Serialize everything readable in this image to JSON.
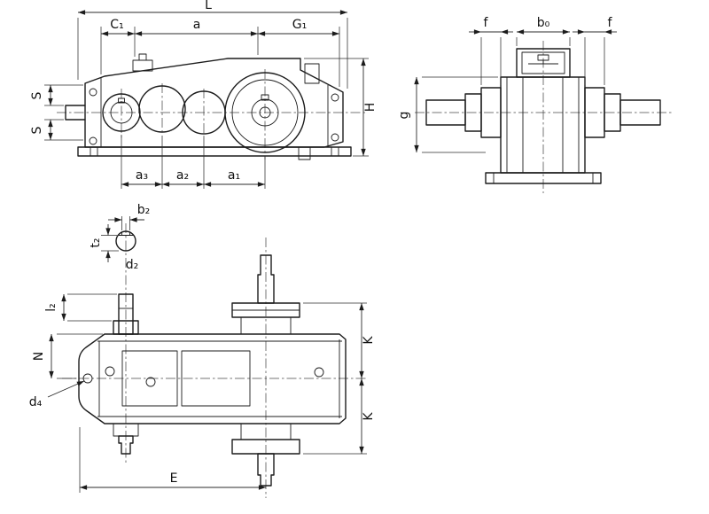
{
  "drawing": {
    "type": "gear-reducer-dimensional-drawing",
    "background": "#ffffff",
    "line_color": "#1c1c1c",
    "views": {
      "side": {
        "name": "side-elevation",
        "dims": {
          "L": "L",
          "C1": "C₁",
          "a": "a",
          "G1": "G₁",
          "H": "H",
          "S_upper": "S",
          "S_lower": "S",
          "a3": "a₃",
          "a2": "a₂",
          "a1": "a₁"
        }
      },
      "end": {
        "name": "end-elevation",
        "dims": {
          "f_left": "f",
          "b0": "b₀",
          "f_right": "f",
          "g": "g"
        }
      },
      "plan": {
        "name": "plan-view",
        "dims": {
          "b2": "b₂",
          "t2": "t₂",
          "d2": "d₂",
          "l2": "l₂",
          "N": "N",
          "K_upper": "K",
          "K_lower": "K",
          "d4": "d₄",
          "E": "E"
        }
      }
    }
  }
}
